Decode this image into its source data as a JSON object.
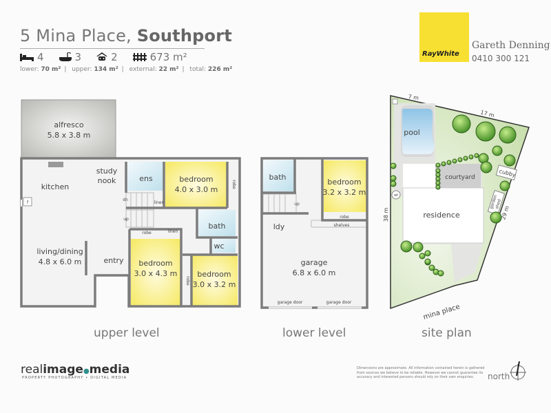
{
  "header": {
    "title_light": "5 Mina Place,",
    "title_bold": "Southport",
    "stats": {
      "bedrooms": "4",
      "bathrooms": "3",
      "car_spaces": "2",
      "land_area": "673 m²"
    },
    "areas": {
      "lower_label": "lower:",
      "lower_value": "70 m²",
      "upper_label": "upper:",
      "upper_value": "134 m²",
      "external_label": "external:",
      "external_value": "22 m²",
      "total_label": "total:",
      "total_value": "226 m²",
      "separator": "|"
    }
  },
  "agent": {
    "brand": "RayWhite",
    "brand_color": "#f7e031",
    "name": "Gareth Denning",
    "phone": "0410 300 121"
  },
  "upper_level": {
    "caption": "upper level",
    "alfresco": {
      "name": "alfresco",
      "size": "5.8 x 3.8 m"
    },
    "kitchen": "kitchen",
    "fridge": "f",
    "study_nook": [
      "study",
      "nook"
    ],
    "ens": "ens",
    "bedroom1": {
      "name": "bedroom",
      "size": "4.0 x 3.0 m"
    },
    "robe": "robe",
    "linen": "linen",
    "dn": "dn",
    "up": "up",
    "bath": "bath",
    "wc": "wc",
    "living": {
      "name": "living/dining",
      "size": "4.8 x 6.0 m"
    },
    "entry": "entry",
    "bedroom2": {
      "name": "bedroom",
      "size": "3.0 x 4.3 m"
    },
    "bedroom3": {
      "name": "bedroom",
      "size": "3.0 x 3.2 m"
    }
  },
  "lower_level": {
    "caption": "lower level",
    "bath": "bath",
    "bedroom": {
      "name": "bedroom",
      "size": "3.2 x 3.2 m"
    },
    "robe": "robe",
    "shelves": "shelves",
    "up": "up",
    "laundry": "ldy",
    "garage": {
      "name": "garage",
      "size": "6.8 x 6.0 m"
    },
    "garage_door": "garage door"
  },
  "site_plan": {
    "caption": "site plan",
    "pool": "pool",
    "courtyard": "courtyard",
    "cubby": "cubby",
    "residence": "residence",
    "water_tank": "wt",
    "garden_shed": [
      "garden",
      "shed"
    ],
    "street": "mina place",
    "dimensions": {
      "top_left": "7 m",
      "top_right": "17 m",
      "left": "38 m",
      "right": "29 m"
    }
  },
  "footer": {
    "logo_light": "real",
    "logo_bold1": "image",
    "logo_bold2": "media",
    "logo_tagline": "PROPERTY PHOTOGRAPHY • DIGITAL MEDIA",
    "disclaimer": "Dimensions are approximate.  All information contained herein is gathered from sources we believe to be reliable.  However we cannot guarantee its accuracy and interested persons should rely on their own enquiries.",
    "north": "north"
  }
}
